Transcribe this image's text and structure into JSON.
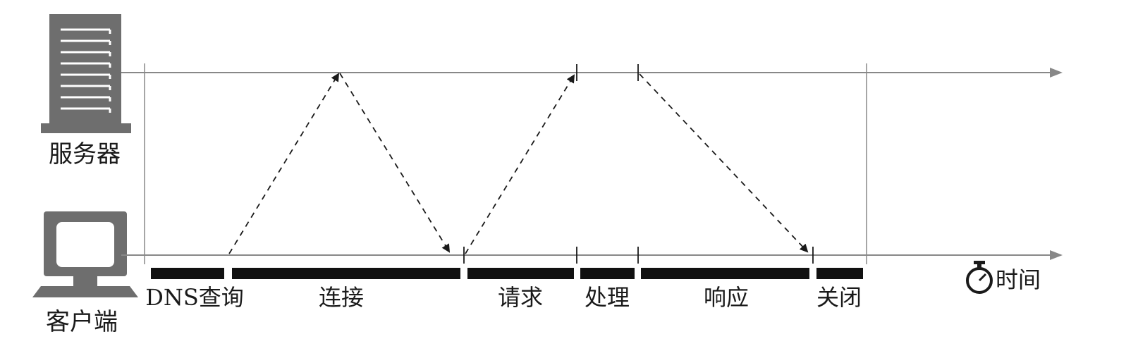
{
  "actors": {
    "server_label": "服务器",
    "client_label": "客户端"
  },
  "phases": [
    {
      "label": "DNS查询"
    },
    {
      "label": "连接"
    },
    {
      "label": "请求"
    },
    {
      "label": "处理"
    },
    {
      "label": "响应"
    },
    {
      "label": "关闭"
    }
  ],
  "time_label": "时间",
  "colors": {
    "line": "#888888",
    "icon": "#6e6e6e",
    "bar": "#111111",
    "arrow": "#1a1a1a",
    "text": "#1a1a1a"
  }
}
